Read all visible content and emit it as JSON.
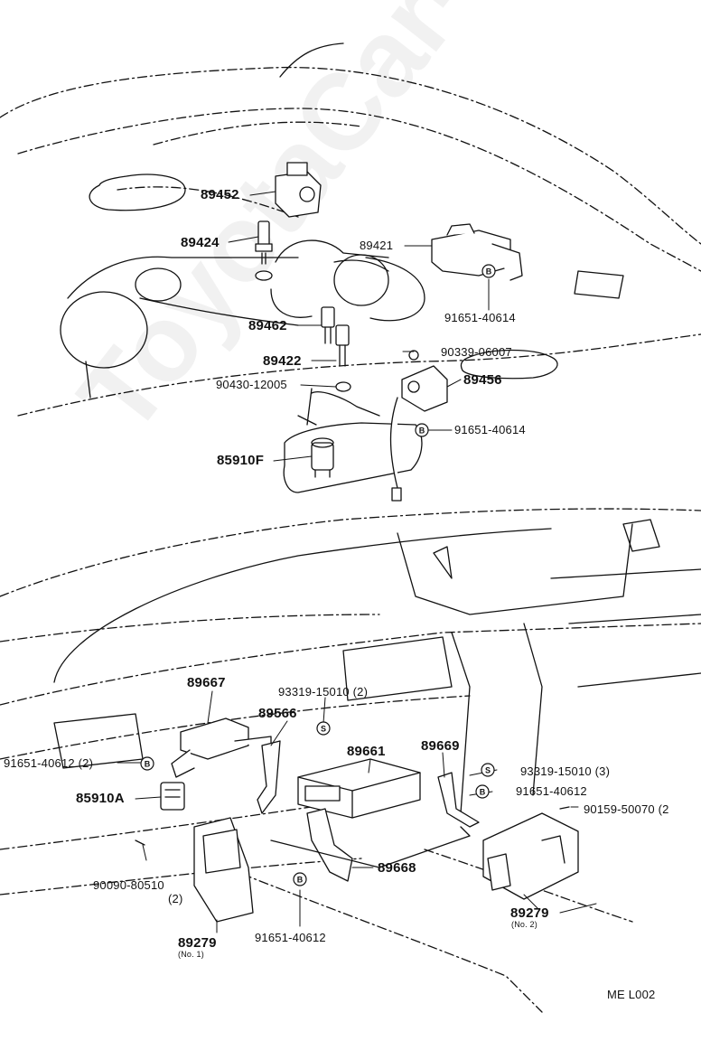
{
  "labels": {
    "p89452": "89452",
    "p89424": "89424",
    "p89421": "89421",
    "p91651_40614_a": "91651-40614",
    "p89462": "89462",
    "p89422": "89422",
    "p90339_06007": "90339-06007",
    "p89456": "89456",
    "p90430_12005": "90430-12005",
    "p91651_40614_b": "91651-40614",
    "p85910F": "85910F",
    "p89667": "89667",
    "p93319_15010_2": "93319-15010 (2)",
    "p89566": "89566",
    "p89661": "89661",
    "p89669": "89669",
    "p91651_40612_2": "91651-40612 (2)",
    "p93319_15010_3": "93319-15010 (3)",
    "p85910A": "85910A",
    "p91651_40612_a": "91651-40612",
    "p90159_50070": "90159-50070 (2",
    "p90090_80510": "90090-80510",
    "p90090_qty": "(2)",
    "p89668": "89668",
    "p89279_a": "89279",
    "p89279_a_no": "(No. 1)",
    "p91651_40612_b": "91651-40612",
    "p89279_b": "89279",
    "p89279_b_no": "(No. 2)",
    "code": "ME L002"
  },
  "markers": {
    "bolt": "B",
    "screw": "S"
  },
  "watermark": "ToyotaCar-Parts.ru"
}
